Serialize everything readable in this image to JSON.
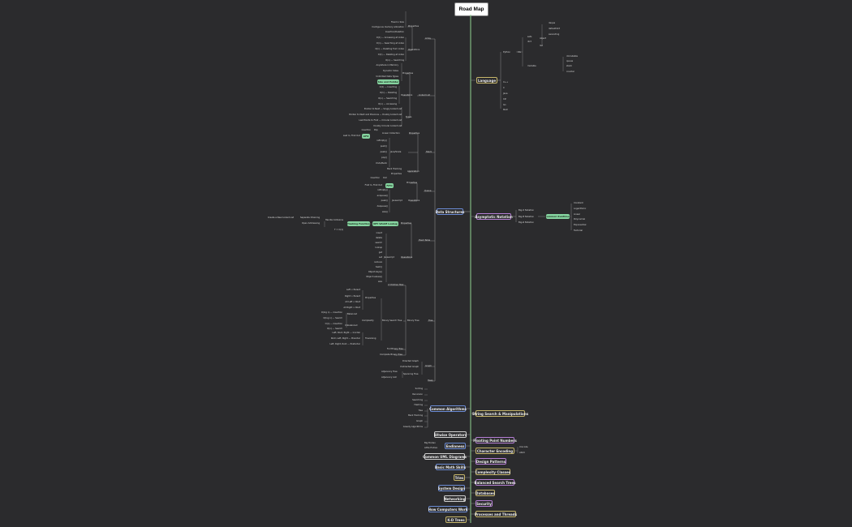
{
  "title": "Road Map",
  "colors": {
    "bg": "#2b2b2d",
    "trunk": "#8fd18f",
    "line": "#8a8a8a",
    "blue": "#6c8cd5",
    "yellow": "#c7b76b",
    "purple": "#b67fd6",
    "green": "#86d4a0"
  },
  "right_nodes": {
    "language": "Language",
    "asymptotic": "Asymptotic Notation",
    "string_search": "String Search & Manipulations",
    "floating_point": "Floating Point Numbers",
    "char_encoding": "Character Encoding",
    "design_patterns": "Design Patterns",
    "complexity": "Complexity Classes",
    "balanced_trees": "Balanced Search Trees",
    "databases": "Databases",
    "security": "Security",
    "processes": "Processes and Threads"
  },
  "left_nodes": {
    "data_structures": "Data Structures",
    "common_algorithms": "Common Algorithms",
    "bitwise": "Bitwise Operators",
    "endianess": "Endianess",
    "uml": "Common UML Diagrams",
    "math": "Basic Math Skills",
    "tries": "Tries",
    "system_design": "System Design",
    "networking": "Networking",
    "computers": "How Computers Work",
    "ko_trees": "K-D Trees"
  },
  "language_children": {
    "python": "Python",
    "c_lang": "C++",
    "c": "C",
    "java": "Java",
    "c_sharp": "C#",
    "go": "Go",
    "rust": "Rust",
    "python_items": [
      "Cls",
      "sets",
      "dict",
      "object",
      "list",
      "deque",
      "defaultdict",
      "ascending",
      "mutable",
      "immutable",
      "queue",
      "stack",
      "counter"
    ]
  },
  "asymptotic_children": {
    "big_o": "Big-O Notation",
    "big_theta": "Big-Θ Notation",
    "big_omega": "Big-Ω Notation",
    "common_runtimes": "Common Runtimes",
    "runtimes": [
      "Constant",
      "Logarithmic",
      "Linear",
      "Polynomial",
      "Exponential",
      "Factorial"
    ]
  },
  "char_encoding_children": [
    "Unicode",
    "ASCII"
  ],
  "endianess_children": [
    "Big Endian",
    "Little Endian"
  ],
  "ds_level1": [
    "Array",
    "Linked List",
    "Stack",
    "Queue",
    "Hash Table",
    "Tree",
    "Graph",
    "Heap"
  ],
  "array_items": [
    "Fixed in Size",
    "Contiguous memory allocation",
    "Insertion/Deletion",
    "O(1) — Accessing at index",
    "O(n) — Searching at index",
    "O(n) — Deleting from index",
    "O(1) — Deleting at index",
    "O(n) — Searching",
    "Properties",
    "Operations"
  ],
  "linkedlist_items": [
    "Anywhere in Memory",
    "Dynamic Sizes",
    "Unlimited Data Types",
    "Size and Pointer",
    "O(1) — Inserting",
    "O(1) — Deleting",
    "O(n) — Searching",
    "O(n) — Accessing",
    "Pointer to Next — Singly Linked List",
    "Pointer to Next and Previous — Doubly Linked List",
    "Last Points to First — Circular Linked List",
    "Doubly Circular Linked List",
    "Properties",
    "Operations",
    "Types"
  ],
  "stack_items": [
    "Insertion",
    "Pop",
    "LIFO",
    "Last In, First Out",
    "Linear Collection",
    "isEmpty()",
    "push()",
    "peek()",
    "pop()",
    "Undo/Redo",
    "Back Tracking",
    "Properties",
    "Operations",
    "Application",
    "Java/Scala"
  ],
  "queue_items": [
    "Insertion",
    "Out",
    "FIFO",
    "First In, First Out",
    "isEmpty()",
    "enqueue()",
    "peek()",
    "dequeue()",
    "size()",
    "Properties",
    "Operations",
    "Javascript"
  ],
  "hashtable_items": [
    "Create a New Linked List",
    "Separate Chaining",
    "Open Addressing",
    "Handle Collisions",
    "Hashing Function",
    "KEY VALUE Lookup",
    "Properties",
    "Operations",
    "Javascript",
    "insert",
    "delete",
    "search",
    "lookup",
    "get",
    "set",
    "remove",
    "hash()",
    "Object.keys()",
    "Object.values()",
    "size",
    "T = O(1)"
  ],
  "tree_items": [
    "2 Children Max",
    "Left < Parent",
    "Right > Parent",
    "All Left < Root",
    "All Right > Root",
    "O(log n) — Insertion",
    "O(log n) — Search",
    "O(n) — Insertion",
    "O(n) — Search",
    "Balanced",
    "Unbalanced",
    "Left, Root, Right — Inorder",
    "Root, Left, Right — Preorder",
    "Left, Right, Root — Postorder",
    "Properties",
    "Complexity",
    "Traversing",
    "Binary Search Tree",
    "Binary Tree",
    "Full Binary Tree",
    "Complete Binary Tree"
  ],
  "graph_items": [
    "Directed Graph",
    "Undirected Graph",
    "Adjacency Tree",
    "Adjacency List",
    "Spanning Tree"
  ],
  "algorithm_items": [
    "Sorting",
    "Recursion",
    "Searching",
    "Hashing",
    "Tree",
    "Back Tracking",
    "Graph",
    "Greedy Algorithms"
  ]
}
